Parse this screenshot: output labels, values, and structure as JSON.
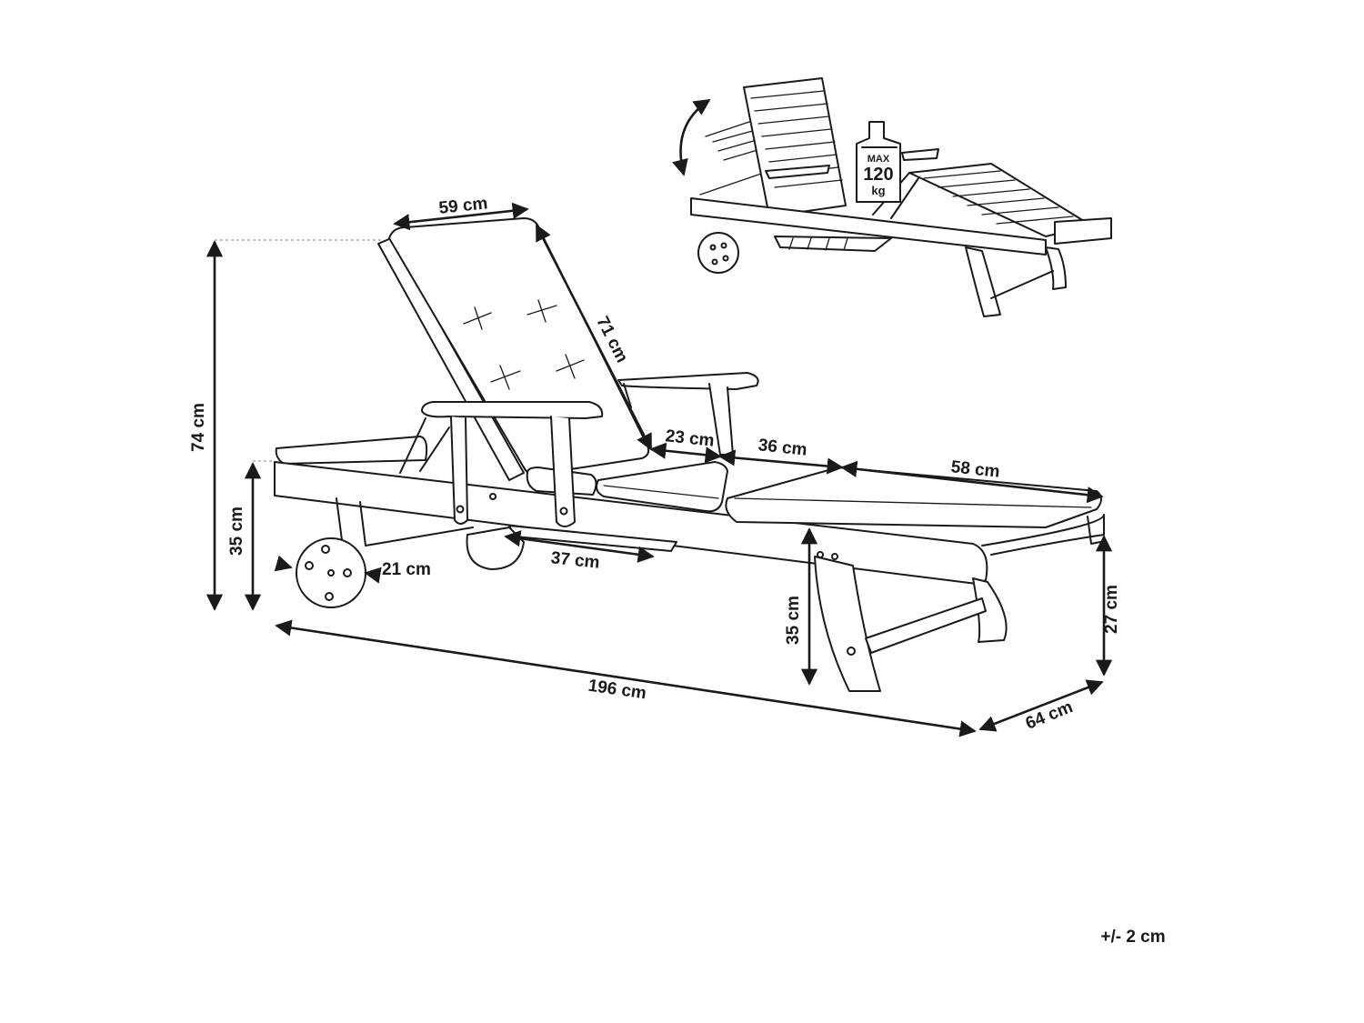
{
  "dimensions": {
    "backrest_width": "59 cm",
    "backrest_length": "71 cm",
    "total_height": "74 cm",
    "frame_height": "35 cm",
    "wheel_diameter": "21 cm",
    "tray_length": "37 cm",
    "seat_segment_1": "23 cm",
    "seat_segment_2": "36 cm",
    "seat_segment_3": "58 cm",
    "leg_height": "35 cm",
    "foot_height": "27 cm",
    "total_length": "196 cm",
    "total_width": "64 cm"
  },
  "max_load": {
    "line1": "MAX",
    "line2": "120",
    "line3": "kg"
  },
  "tolerance": "+/- 2 cm"
}
